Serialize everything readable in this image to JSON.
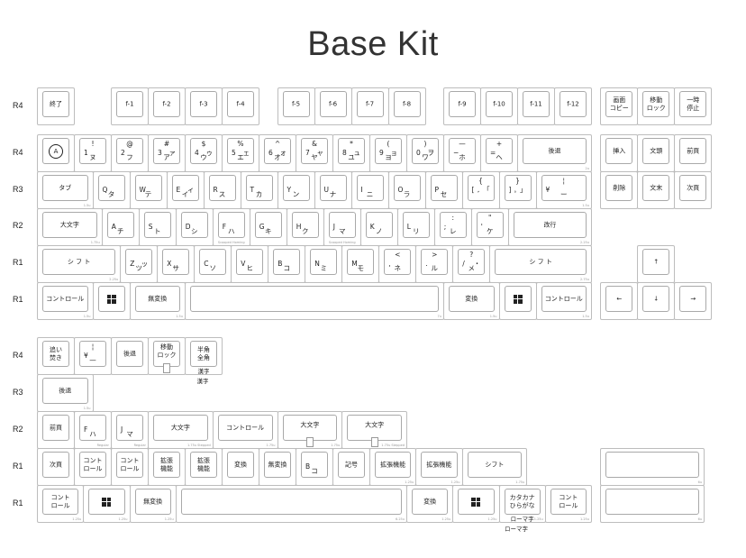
{
  "title": "Base Kit",
  "row_labels": [
    "R4",
    "R4",
    "R3",
    "R2",
    "R1",
    "R1",
    "R4",
    "R3",
    "R2",
    "R1",
    "R1"
  ],
  "main": [
    [
      {
        "c": "終了"
      },
      {
        "c": "f-1"
      },
      {
        "c": "f-2"
      },
      {
        "c": "f-3"
      },
      {
        "c": "f-4"
      },
      {
        "c": "f-5"
      },
      {
        "c": "f-6"
      },
      {
        "c": "f-7"
      },
      {
        "c": "f-8"
      },
      {
        "c": "f-9"
      },
      {
        "c": "f-10"
      },
      {
        "c": "f-11"
      },
      {
        "c": "f-12"
      },
      {
        "c": "画面\nコピー"
      },
      {
        "c": "移動\nロック"
      },
      {
        "c": "一時\n停止"
      }
    ],
    [
      {
        "icon": "circle-a-icon",
        "c": "A"
      },
      {
        "t": "!",
        "l": "1",
        "b": "ヌ"
      },
      {
        "t": "@",
        "l": "2",
        "b": "フ"
      },
      {
        "t": "#",
        "l": "3",
        "r": "ァ",
        "b": "ア"
      },
      {
        "t": "$",
        "l": "4",
        "r": "ゥ",
        "b": "ウ"
      },
      {
        "t": "%",
        "l": "5",
        "r": "ェ",
        "b": "エ"
      },
      {
        "t": "^",
        "l": "6",
        "r": "ォ",
        "b": "オ"
      },
      {
        "t": "&",
        "l": "7",
        "r": "ャ",
        "b": "ヤ"
      },
      {
        "t": "*",
        "l": "8",
        "r": "ュ",
        "b": "ユ"
      },
      {
        "t": "(",
        "l": "9",
        "r": "ョ",
        "b": "ヨ"
      },
      {
        "t": ")",
        "l": "0",
        "r": "ヲ",
        "b": "ワ"
      },
      {
        "t": "—",
        "l": "−",
        "b": "ホ"
      },
      {
        "t": "+",
        "l": "=",
        "b": "ヘ"
      },
      {
        "c": "後退",
        "size": "2u"
      },
      {
        "c": "挿入"
      },
      {
        "c": "文頭"
      },
      {
        "c": "前頁"
      }
    ],
    [
      {
        "c": "タブ",
        "size": "1.5u"
      },
      {
        "l": "Q",
        "b": "タ"
      },
      {
        "l": "W",
        "b": "テ"
      },
      {
        "l": "E",
        "r": "ィ",
        "b": "イ"
      },
      {
        "l": "R",
        "b": "ス"
      },
      {
        "l": "T",
        "b": "カ"
      },
      {
        "l": "Y",
        "b": "ン"
      },
      {
        "l": "U",
        "b": "ナ"
      },
      {
        "l": "I",
        "b": "ニ"
      },
      {
        "l": "O",
        "b": "ラ"
      },
      {
        "l": "P",
        "b": "セ"
      },
      {
        "t": "{",
        "l": "[",
        "r": "「",
        "b": "゛"
      },
      {
        "t": "}",
        "l": "]",
        "r": "」",
        "b": "゜"
      },
      {
        "t": "¦",
        "l": "¥",
        "b": "ー",
        "size": "1.5u"
      },
      {
        "c": "削除"
      },
      {
        "c": "文末"
      },
      {
        "c": "次頁"
      }
    ],
    [
      {
        "c": "大文字",
        "size": "1.75u"
      },
      {
        "l": "A",
        "b": "チ"
      },
      {
        "l": "S",
        "b": "ト"
      },
      {
        "l": "D",
        "b": "シ"
      },
      {
        "l": "F",
        "b": "ハ",
        "note": "Scooped Homing"
      },
      {
        "l": "G",
        "b": "キ"
      },
      {
        "l": "H",
        "b": "ク"
      },
      {
        "l": "J",
        "b": "マ",
        "note": "Scooped Homing"
      },
      {
        "l": "K",
        "b": "ノ"
      },
      {
        "l": "L",
        "b": "リ"
      },
      {
        "t": ":",
        "l": ";",
        "b": "レ"
      },
      {
        "t": "\"",
        "l": "'",
        "b": "ケ"
      },
      {
        "c": "改行",
        "size": "2.25u"
      }
    ],
    [
      {
        "c": "シ フ ト",
        "size": "2.25u"
      },
      {
        "l": "Z",
        "r": "ッ",
        "b": "ツ"
      },
      {
        "l": "X",
        "b": "サ"
      },
      {
        "l": "C",
        "b": "ソ"
      },
      {
        "l": "V",
        "b": "ヒ"
      },
      {
        "l": "B",
        "b": "コ"
      },
      {
        "l": "N",
        "b": "ミ"
      },
      {
        "l": "M",
        "b": "モ"
      },
      {
        "t": "<",
        "l": ",",
        "b": "ネ"
      },
      {
        "t": ">",
        "l": ".",
        "b": "ル"
      },
      {
        "t": "?",
        "l": "/",
        "r": "・",
        "b": "メ"
      },
      {
        "c": "シ フ ト",
        "size": "2.75u"
      },
      {
        "c": "↑"
      }
    ],
    [
      {
        "c": "コントロール",
        "size": "1.5u"
      },
      {
        "icon": "windows-icon"
      },
      {
        "c": "無変換",
        "size": "1.5u"
      },
      {
        "c": "",
        "size": "7u"
      },
      {
        "c": "変換",
        "size": "1.5u"
      },
      {
        "icon": "windows-icon"
      },
      {
        "c": "コントロール",
        "size": "1.5u"
      },
      {
        "c": "←"
      },
      {
        "c": "↓"
      },
      {
        "c": "→"
      }
    ]
  ],
  "kit": [
    [
      {
        "c": "追い\n焚き"
      },
      {
        "t": "¦",
        "l": "¥",
        "b": "—"
      },
      {
        "c": "後退"
      },
      {
        "c": "移動\nロック",
        "stem": true
      },
      {
        "c": "半角\n全角",
        "sub": "漢字"
      }
    ],
    [
      {
        "c": "後退",
        "size": "1.5u"
      }
    ],
    [
      {
        "c": "前頁"
      },
      {
        "l": "F",
        "b": "ハ",
        "size": "Regular"
      },
      {
        "l": "J",
        "b": "マ",
        "size": "Regular"
      },
      {
        "c": "大文字",
        "size": "1.75u Stepped"
      },
      {
        "c": "コントロール",
        "size": "1.75u"
      },
      {
        "c": "大文字",
        "size": "1.75u",
        "stem": true
      },
      {
        "c": "大文字",
        "size": "1.75u Stepped",
        "stem": true
      }
    ],
    [
      {
        "c": "次頁"
      },
      {
        "c": "コント\nロール"
      },
      {
        "c": "コント\nロール"
      },
      {
        "c": "拡張\n機能"
      },
      {
        "c": "拡張\n機能"
      },
      {
        "c": "変換"
      },
      {
        "c": "無変換"
      },
      {
        "l": "B",
        "b": "コ"
      },
      {
        "c": "記号"
      },
      {
        "c": "拡張機能",
        "size": "1.25u"
      },
      {
        "c": "拡張機能",
        "size": "1.25u"
      },
      {
        "c": "シフト",
        "size": "1.75u"
      },
      {
        "c": "",
        "size": "6u"
      }
    ],
    [
      {
        "c": "コント\nロール",
        "size": "1.25u"
      },
      {
        "icon": "windows-icon",
        "size": "1.25u"
      },
      {
        "c": "無変換",
        "size": "1.25u"
      },
      {
        "c": "",
        "size": "6.25u"
      },
      {
        "c": "変換",
        "size": "1.25u"
      },
      {
        "icon": "windows-icon",
        "size": "1.25u"
      },
      {
        "c": "カタカナ\nひらがな",
        "sub": "ローマ字",
        "size": "1.25u"
      },
      {
        "c": "コント\nロール",
        "size": "1.25u"
      },
      {
        "c": "",
        "size": "6u"
      }
    ]
  ],
  "extras": [
    "漢字",
    "ローマ字"
  ]
}
